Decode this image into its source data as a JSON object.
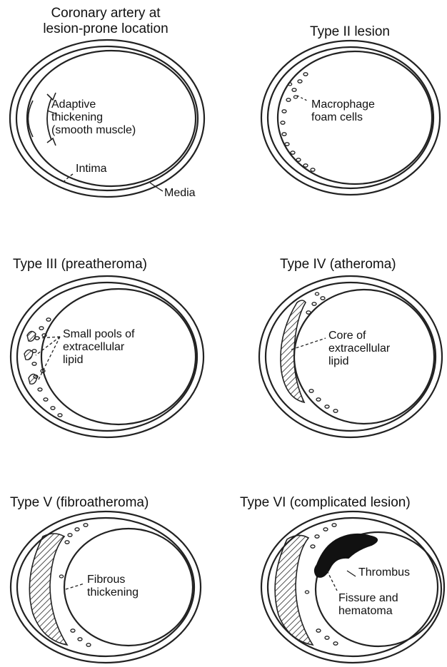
{
  "panels": [
    {
      "title_lines": [
        "Coronary artery at",
        "lesion-prone location"
      ],
      "labels": {
        "adaptive": [
          "Adaptive",
          "thickening",
          "(smooth muscle)"
        ],
        "intima": "Intima",
        "media": "Media"
      }
    },
    {
      "title": "Type II lesion",
      "labels": {
        "macrophage": [
          "Macrophage",
          "foam cells"
        ]
      }
    },
    {
      "title": "Type III (preatheroma)",
      "labels": {
        "pools": [
          "Small pools of",
          "extracellular",
          "lipid"
        ]
      }
    },
    {
      "title": "Type IV (atheroma)",
      "labels": {
        "core": [
          "Core of",
          "extracellular",
          "lipid"
        ]
      }
    },
    {
      "title": "Type V (fibroatheroma)",
      "labels": {
        "fibrous": [
          "Fibrous",
          "thickening"
        ]
      }
    },
    {
      "title": "Type VI (complicated lesion)",
      "labels": {
        "thrombus": "Thrombus",
        "fissure": [
          "Fissure and",
          "hematoma"
        ]
      }
    }
  ]
}
